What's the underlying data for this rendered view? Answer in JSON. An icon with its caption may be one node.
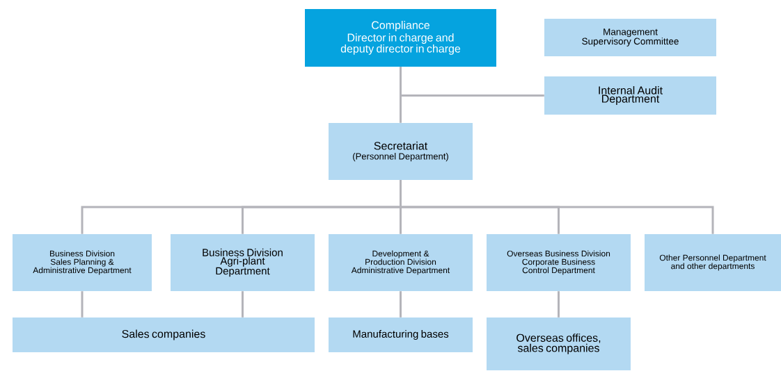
{
  "diagram": {
    "nodes": [
      {
        "text": [
          "Compliance",
          "Director in charge and deputy director in charge"
        ]
      },
      {
        "text": [
          "Management Supervisory Committee"
        ]
      },
      {
        "text": [
          "Internal Audit Department"
        ]
      },
      {
        "text": [
          "Secretariat",
          "(Personnel Department)"
        ]
      },
      {
        "text": [
          "Business Division Sales Planning & Administrative Department"
        ]
      },
      {
        "text": [
          "Business Division Agri-plant Department"
        ]
      },
      {
        "text": [
          "Development & Production Division Administrative Department"
        ]
      },
      {
        "text": [
          "Overseas Business Division Corporate Business Control Department"
        ]
      },
      {
        "text": [
          "Other Personnel Department and other departments"
        ]
      },
      {
        "text": [
          "Sales companies"
        ]
      },
      {
        "text": [
          "Manufacturing bases"
        ]
      },
      {
        "text": [
          "Overseas offices, sales companies"
        ]
      }
    ],
    "edges": [
      {
        "from": 0,
        "to": 3,
        "arrow": "none"
      },
      {
        "from": 0,
        "to": 2,
        "arrow": "none"
      },
      {
        "from": 3,
        "to": 4,
        "arrow": "none"
      },
      {
        "from": 3,
        "to": 5,
        "arrow": "none"
      },
      {
        "from": 3,
        "to": 6,
        "arrow": "none"
      },
      {
        "from": 3,
        "to": 7,
        "arrow": "none"
      },
      {
        "from": 3,
        "to": 8,
        "arrow": "none"
      },
      {
        "from": 4,
        "to": 9,
        "arrow": "none"
      },
      {
        "from": 5,
        "to": 9,
        "arrow": "none"
      },
      {
        "from": 6,
        "to": 10,
        "arrow": "none"
      },
      {
        "from": 7,
        "to": 11,
        "arrow": "none"
      }
    ]
  }
}
